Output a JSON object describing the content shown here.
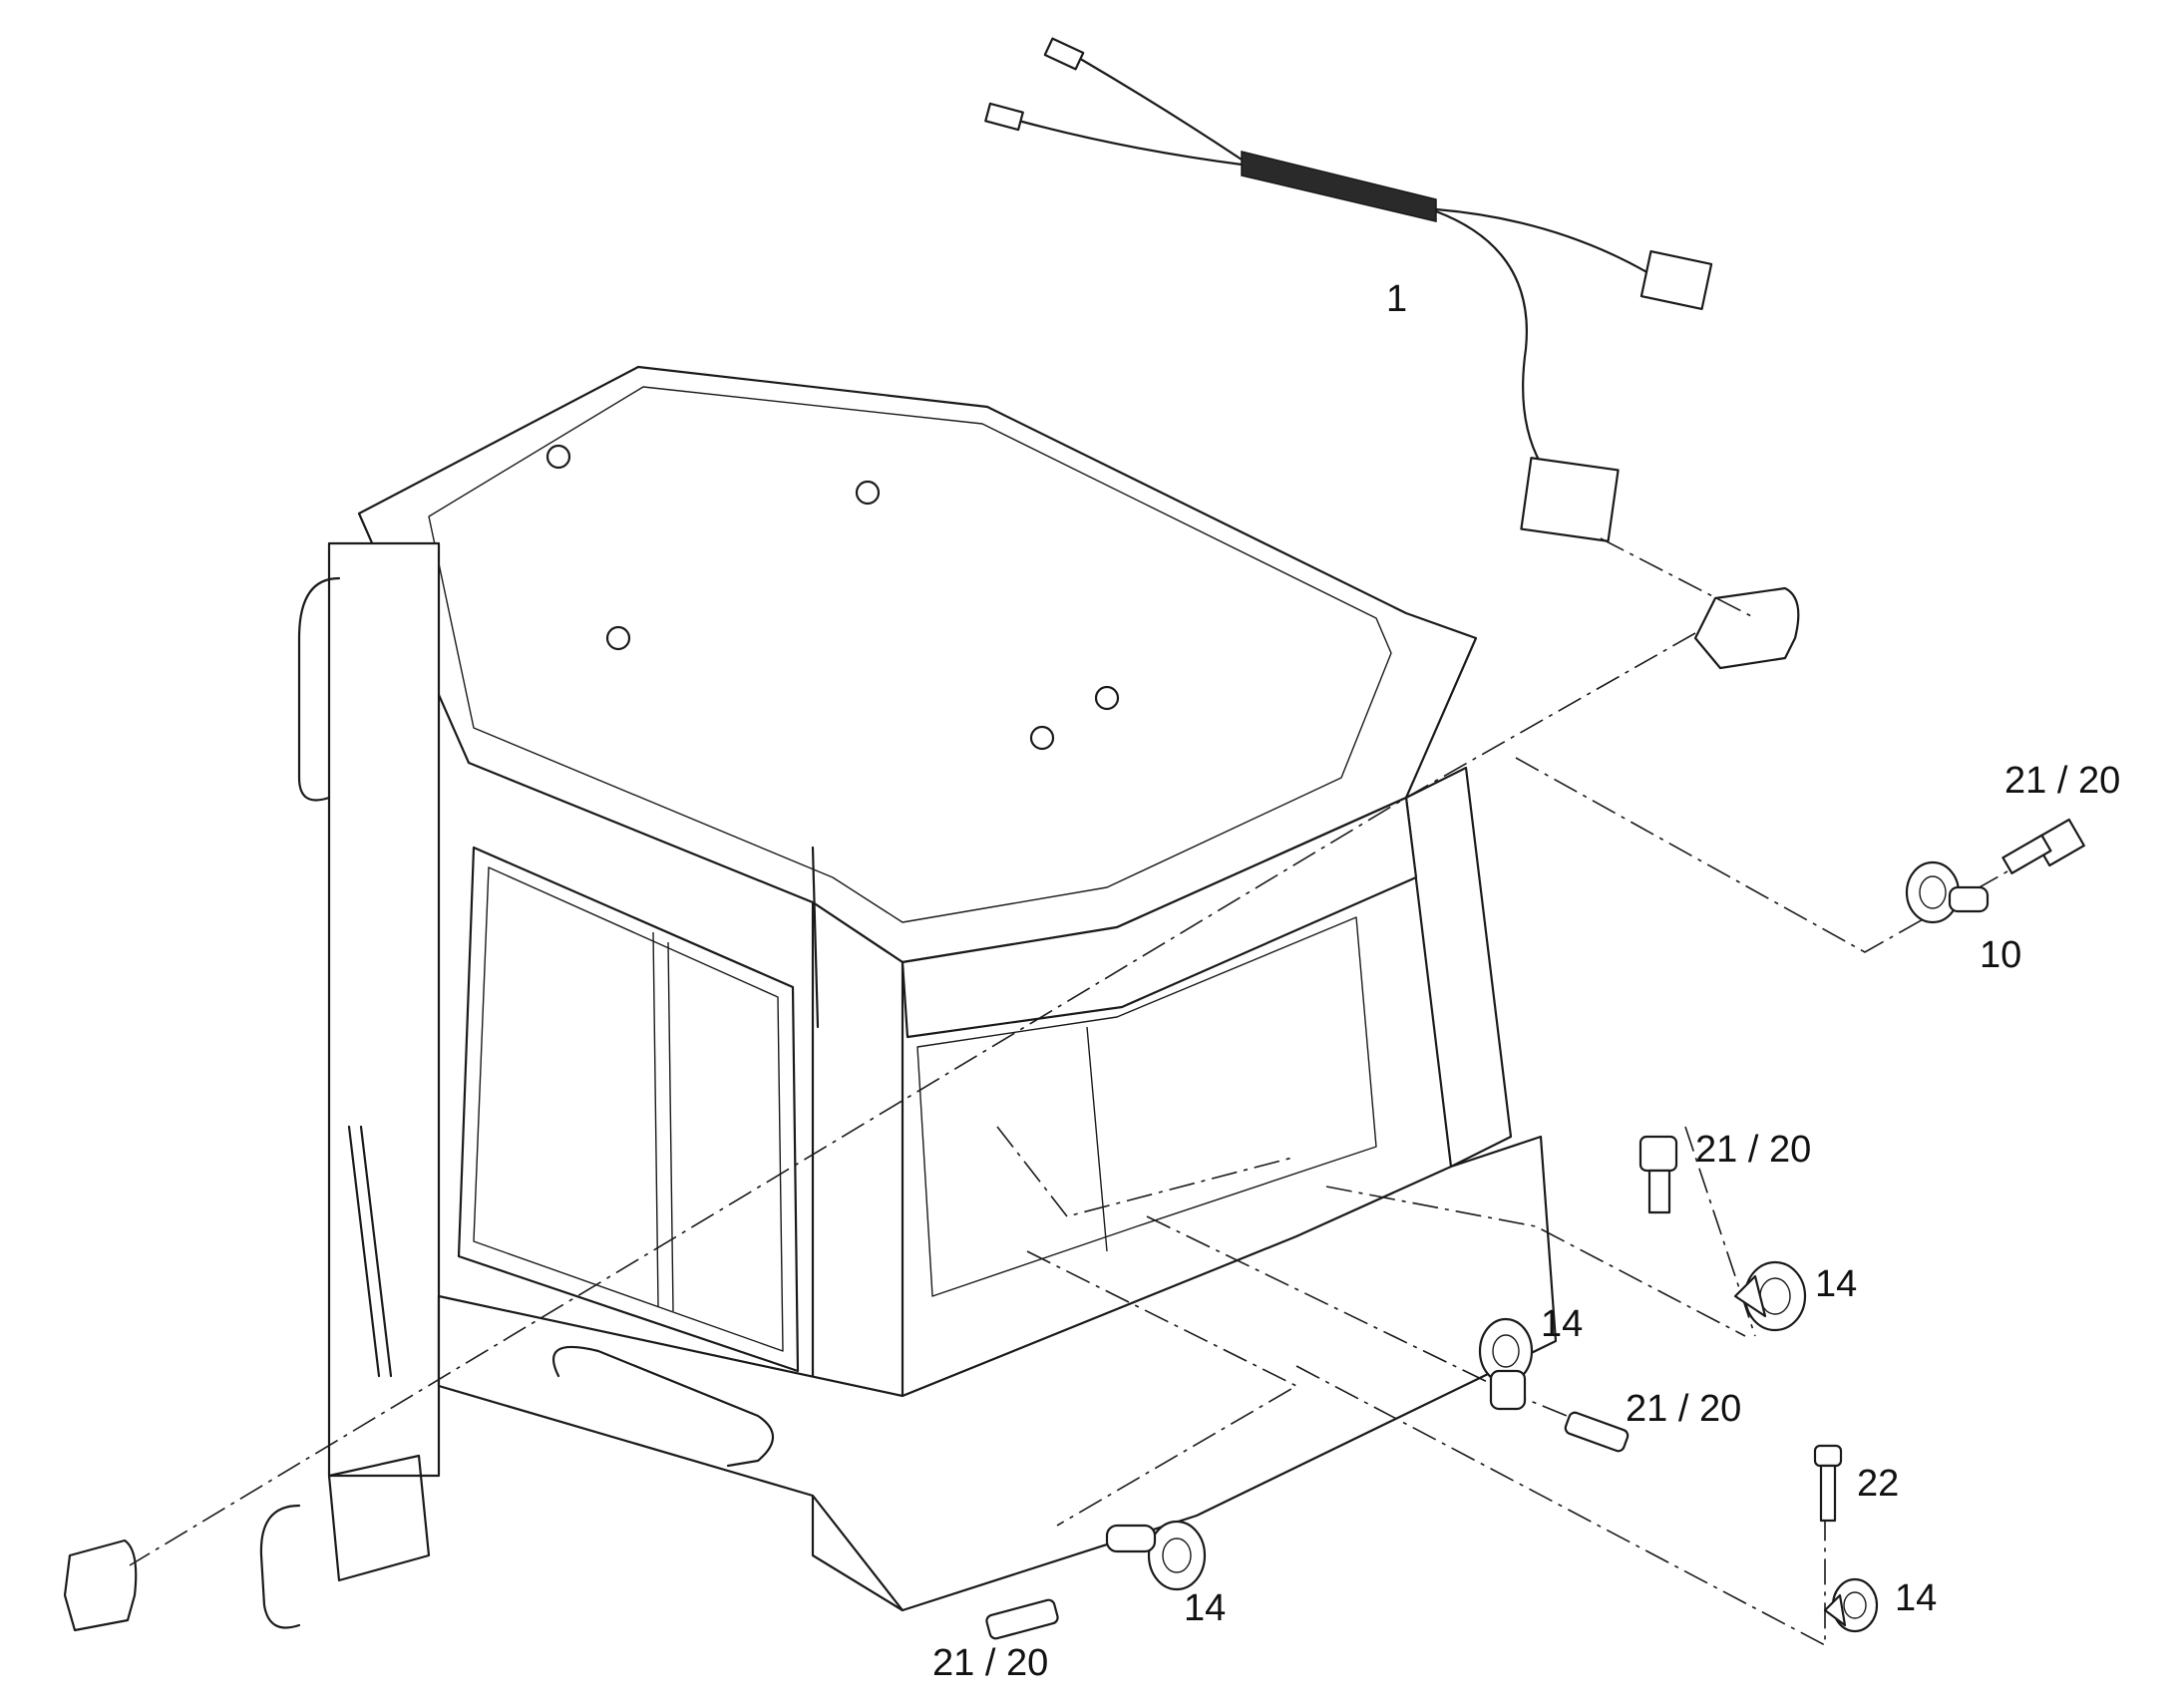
{
  "callouts": {
    "c1": "1",
    "c10": "10",
    "c14a": "14",
    "c14b": "14",
    "c14c": "14",
    "c14d": "14",
    "c22": "22",
    "c2120a": "21 / 20",
    "c2120b": "21 / 20",
    "c2120c": "21 / 20",
    "c2120d": "21 / 20"
  }
}
